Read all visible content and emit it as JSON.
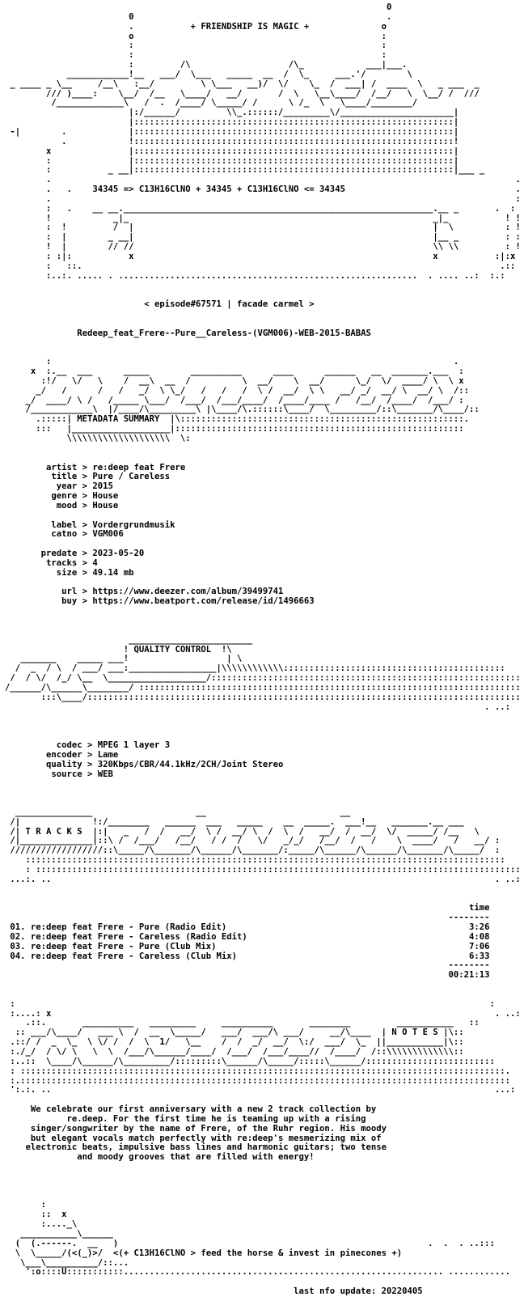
{
  "document": {
    "lines": [
      "                                                                          0",
      "                        0                                                 .",
      "                        .           + FRIENDSHIP IS MAGIC +              o",
      "                        o                                                :",
      "                        :                                                :",
      "                        :                                                :",
      "                        :         /\\                   /\\_            ___|___.",
      "            ____________!__   ___/  \\___   _____  __  /  \\_     ___.'/        \\",
      " _ ____ _ \\__     /__\\   :__/         \\ \\___   __)/  \\/    \\_  /  ___| /  ____  \\   _ ___  _",
      "        /// )____:    \\__/  /__   \\____/   __/       /  \\   \\__\\____/  /__/   \\  \\__/ /  ///",
      "         /_____________\\   /  .  /____/ \\_____/ /      \\ /_  \\   \\____/________/",
      "                        |:/______/         \\\\_.::::::/_________\\/______________________|",
      "                        |::::::::::::::::::::::::::::::::::::::::::::::::::::::::::::::|",
      " -|        .            |::::::::::::::::::::::::::::::::::::::::::::::::::::::::::::::|",
      "           .            !::::::::::::::::::::::::::::::::::::::::::::::::::::::::::::::!",
      "        x               |::::::::::::::::::::::::::::::::::::::::::::::::::::::::::::::|",
      "        :               |::::::::::::::::::::::::::::::::::::::::::::::::::::::::::::::|                x",
      "        :           _ __|::::::::::::::::::::::::::::::::::::::::::::::::::::::::::::::|___ _            :",
      "        .                                                                                          .",
      "        .   .    34345 => C13H16ClNO + 34345 + C13H16ClNO <= 34345                                 .",
      "        .                                                                                          :",
      "        :   .    __ __.____________________________________________________________.__ _       .  : :",
      "        !            _|_                                                           _|_           ! !",
      "        :  !         /  |                                                          |  \\          : !",
      "        :  |        _ __|                                                          |__ _         : :",
      "        !  |        // //                                                          \\\\ \\\\         : !",
      "        : :|:           x                                                          x           :|:x",
      "        :   ::.                                                                                 .::  !:",
      "        :..:. ..... . ..........................................................  . .... ..:  :.:",
      "",
      "",
      "                           < episode#67571 | facade carmel >",
      "",
      "",
      "              Redeep_feat_Frere--Pure__Careless-(VGM006)-WEB-2015-BABAS",
      "",
      "",
      "        :                                                                              .",
      "     x  :.__  ___      _____        __________      ____      ______   __  _______.___  :",
      "       :!/   \\/   \\    /  __\\  __  /          \\  __/    \\  __/      \\_/  \\/  ____/ \\  \\ x",
      "      _/   /      /   /   _/  \\ \\_/   /   /   /  \\ /  __/  \\ \\   __/ _/  __/ \\  __/ \\  /::",
      "    _/  ____/ \\ /   /_____ \\___/  /___/  /___/____/  /____/____ /   /__/  /____/  /___/ :",
      "    /____________\\  |/____/\\_________\\ |\\____/\\.::::::\\____/  \\_________/::\\_______/\\____/::",
      "      .:::::| METADATA SUMMARY  |\\:::::::::::::::::::::::::::::::::::::::::::::::::::::::.",
      "      :::   |___________________|::::::::::::::::::::::::::::::::::::::::::::::::::::::::",
      "            \\\\\\\\\\\\\\\\\\\\\\\\\\\\\\\\\\\\\\\\  \\:",
      "",
      "",
      "        artist > re:deep feat Frere",
      "         title > Pure / Careless",
      "          year > 2015",
      "         genre > House",
      "          mood > House",
      "",
      "         label > Vordergrundmusik",
      "         catno > VGM006",
      "",
      "       predate > 2023-05-20",
      "        tracks > 4",
      "          size > 49.14 mb",
      "",
      "           url > https://www.deezer.com/album/39499741",
      "           buy > https://www.beatport.com/release/id/1496663",
      "",
      "",
      "",
      "                        ________________________",
      "                       ! QUALITY CONTROL  !\\",
      "   _______    _____ ___!                   | \\",
      "  /  _  / \\  / ___/ ___:_________________|\\\\\\\\\\\\\\\\\\\\\\\\:::::::::::::::::::::::::::::::::::::::::::",
      " /  / \\/  /_/ \\__  \\___________________/::::::::::::::::::::::::::::::::::::::::::::::::::::::::::::.",
      "/______/\\______\\________/ ::::::::::::::::::::::::::::::::::::::::::::::::::::::::::::::::::::::::::.",
      "       :::\\____/:::::::::::::::::::::::::::::::::::::::::::::::::::::::::::::::::::::::::::::::::::::",
      "                                                                                             . ..:",
      "",
      "",
      "",
      "          codec > MPEG 1 layer 3",
      "        encoder > Lame",
      "        quality > 320Kbps/CBR/44.1kHz/2CH/Joint Stereo",
      "         source > WEB",
      "",
      "",
      "",
      "  _______________                    __                          __",
      " /|              !:/________   ______  ___   _____    __  _____.  ___!__   _______.__ ___",
      " /| T R A C K S  |:|   _   /  /   __/  \\ /  __/ \\  /  \\  /   __/  /  __/  \\/  _____/ /__   \\",
      " /|______________|::\\ /  /___/   /__/   / /  /   \\/   _/_/   /__/  /   /    \\  ____/   /   __/ :",
      " //////////////////::\\_____/\\_______/\\______/\\_______/:_____/\\______/\\______/\\_______/\\_____/  :",
      "    :::::::::::::::::::::::::::::::::::::::::::::::::::::::::::::::::::::::::::::::::::::::::::::",
      "    : ::::::::::::::::::::::::::::::::::::::::::::::::::::::::::::::::::::::::::::::::::::::::::::::.",
      " ...:. ..                                                                                      . ..:",
      "",
      "",
      "                                                                                          time",
      "                                                                                      --------",
      " 01. re:deep feat Frere - Pure (Radio Edit)                                               3:26",
      " 02. re:deep feat Frere - Careless (Radio Edit)                                           4:08",
      " 03. re:deep feat Frere - Pure (Club Mix)                                                 7:06",
      " 04. re:deep feat Frere - Careless (Club Mix)                                             6:33",
      "                                                                                      --------",
      "                                                                                      00:21:13",
      "",
      "",
      " :                                                                                            :",
      " :....: x                                                                                      . ..:>",
      "    .::.       __________   _________     __________       ________         ___________   ::",
      "  :: ___/\\____/   ___ \\  /  __  \\_____/   ___/  ___/\\ ___/     __/\\____  | N O T E S |\\::",
      " .::/ /  _  \\_  \\ \\/ /  /  \\  1/   \\__    /  /  _/  __/  \\:/  ___/  \\_  ||___________|\\::",
      " :./_/  / \\/ \\   \\  \\  /___/\\______/____/  /___/  /___/____//  /____/  /::\\\\\\\\\\\\\\\\\\\\\\\\\\::",
      " :..::  \\____/\\______/\\_________/:::::::::\\______/\\_____/:::::\\______/:::::::::::::::::::::::::",
      " : ::::::::::::::::::::::::::::::::::::::::::::::::::::::::::::::::::::::::::::::::::::::::::::::.",
      " :.:::::::::::::::::::::::::::::::::::::::::::::::::::::::::::::::::::::::::::::::::::::::::::::::",
      " ':.:. ..                                                                                      ...:",
      "",
      "     We celebrate our first anniversary with a new 2 track collection by",
      "            re.deep. For the first time he is teaming up with a rising",
      "     singer/songwriter by the name of Frere, of the Ruhr region. His moody",
      "     but elegant vocals match perfectly with re:deep's mesmerizing mix of",
      "    electronic beats, impulsive bass lines and harmonic guitars; two tense",
      "              and moody grooves that are filled with energy!",
      "",
      "",
      "",
      "",
      "       :",
      "       ::  x",
      "       :...._\\",
      "   ___________\\______",
      "  (  (.------.  __   )                                                            .  .  . ..:::",
      "  \\  \\_____/(<(_)>/  <(+ C13H16ClNO > feed the horse & invest in pinecones +)",
      "   \\___\\__________/::...",
      "    ':o::::U:::::::::::.............................................................. ............",
      "",
      "                                                        last nfo update: 20220405"
    ]
  }
}
